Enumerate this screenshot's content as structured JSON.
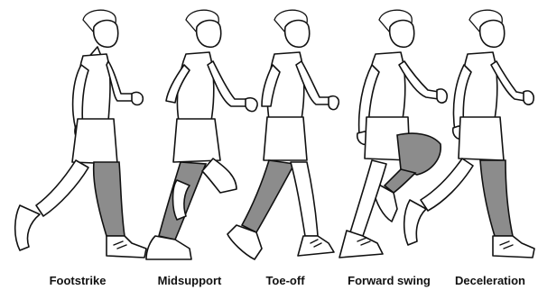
{
  "figure": {
    "highlight_color": "#8c8c8c",
    "ink_color": "#111111",
    "phases": [
      {
        "label": "Footstrike"
      },
      {
        "label": "Midsupport"
      },
      {
        "label": "Toe-off"
      },
      {
        "label": "Forward swing"
      },
      {
        "label": "Deceleration"
      }
    ]
  }
}
